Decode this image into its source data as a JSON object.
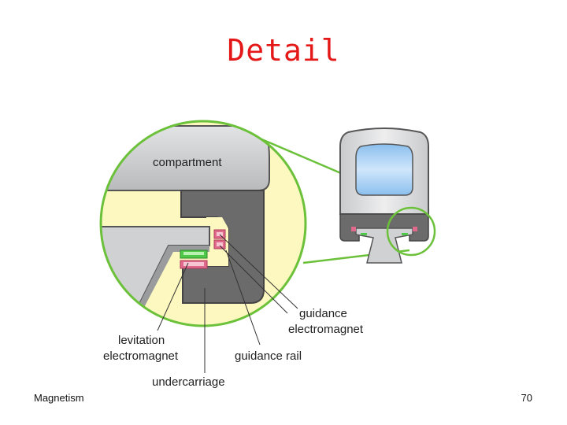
{
  "slide": {
    "title": "Detail",
    "footer_left": "Magnetism",
    "page_number": "70"
  },
  "diagram": {
    "labels": {
      "compartment": "compartment",
      "guidance_magnet_1": "guidance",
      "guidance_magnet_2": "electromagnet",
      "levitation_1": "levitation",
      "levitation_2": "electromagnet",
      "guidance_rail": "guidance rail",
      "undercarriage": "undercarriage"
    },
    "colors": {
      "circle_fill": "#fdf8bf",
      "outline_green": "#6cc13a",
      "dark_gray": "#666666",
      "light_gray": "#cfd0d2",
      "window_blue": "#a9d0f3",
      "magnet_pink": "#e06a8c",
      "magnet_green": "#4fc84a"
    }
  }
}
